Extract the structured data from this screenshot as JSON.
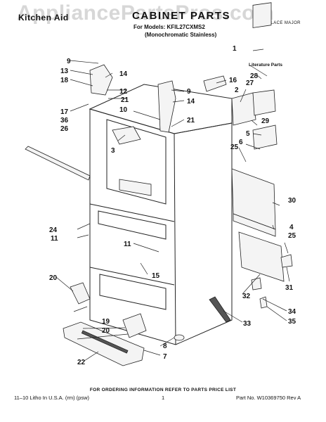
{
  "header": {
    "brand": "Kitchen Aid",
    "title": "CABINET PARTS",
    "models_line": "For Models: KFIL27CXMS2",
    "variant_line": "(Monochromatic Stainless)",
    "service_note": "REPLACE MAJOR"
  },
  "watermark": {
    "text": "AppliancePartsPros.com",
    "color": "#969696"
  },
  "literature_label": "Literature Parts",
  "callouts": [
    "1",
    "2",
    "3",
    "4",
    "5",
    "6",
    "7",
    "8",
    "9",
    "10",
    "11",
    "12",
    "13",
    "14",
    "15",
    "16",
    "17",
    "18",
    "19",
    "20",
    "21",
    "22",
    "24",
    "25",
    "26",
    "27",
    "28",
    "29",
    "30",
    "31",
    "32",
    "33",
    "34",
    "35",
    "36"
  ],
  "footer": {
    "order_note": "FOR ORDERING INFORMATION REFER TO PARTS PRICE LIST",
    "left": "11–10 Litho In U.S.A. (rm) (psw)",
    "page": "1",
    "right": "Part No. W10369750 Rev A"
  }
}
